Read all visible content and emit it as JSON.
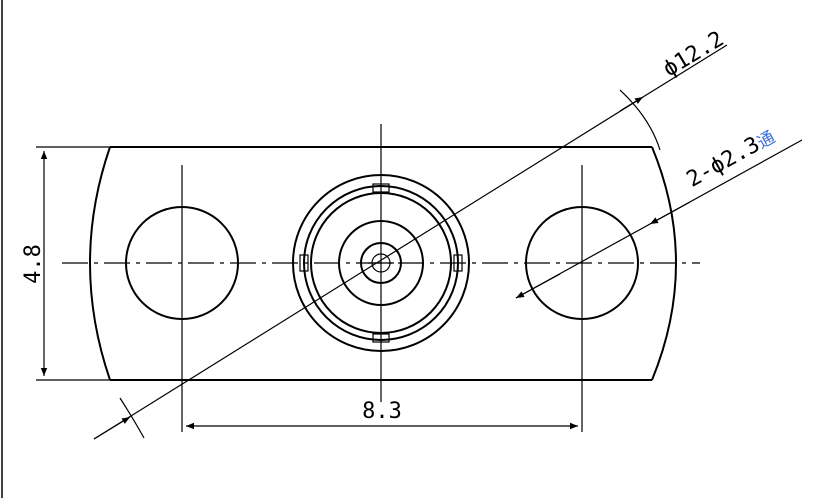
{
  "dimensions": {
    "height": "4.8",
    "hole_spacing": "8.3",
    "outer_diameter": "ϕ12.2",
    "hole_callout": "2-ϕ2.3",
    "hole_callout_suffix": "通"
  },
  "colors": {
    "line": "#000000",
    "note_blue": "#3a6fd8"
  }
}
